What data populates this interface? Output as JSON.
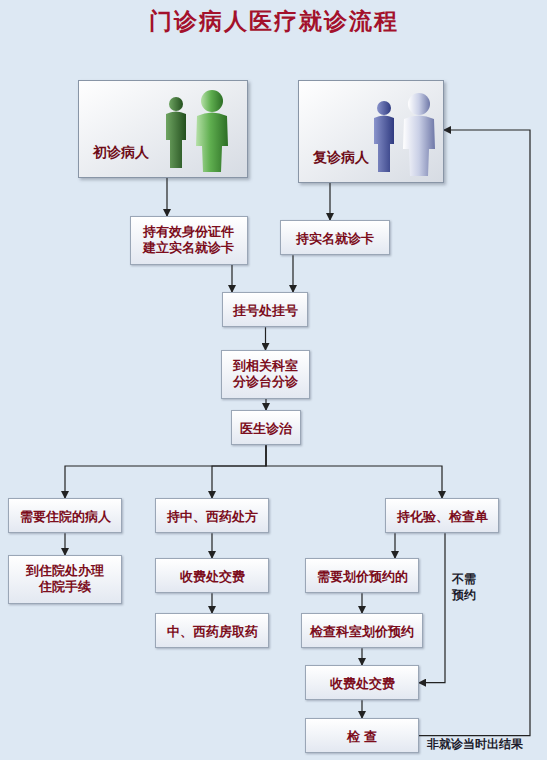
{
  "diagram": {
    "title": "门诊病人医疗就诊流程",
    "nodes": [
      {
        "text": [
          "初诊病人"
        ]
      },
      {
        "text": [
          "复诊病人"
        ]
      },
      {
        "text": [
          "持有效身份证件 建立实名就诊卡"
        ]
      },
      {
        "text": [
          "持实名就诊卡"
        ]
      },
      {
        "text": [
          "挂号处挂号"
        ]
      },
      {
        "text": [
          "到相关科室 分诊台分诊"
        ]
      },
      {
        "text": [
          "医生诊治"
        ]
      },
      {
        "text": [
          "需要住院的病人"
        ]
      },
      {
        "text": [
          "持中、西药处方"
        ]
      },
      {
        "text": [
          "持化验、检查单"
        ]
      },
      {
        "text": [
          "到住院处办理 住院手续"
        ]
      },
      {
        "text": [
          "收费处交费"
        ]
      },
      {
        "text": [
          "中、西药房取药"
        ]
      },
      {
        "text": [
          "需要划价预约的"
        ]
      },
      {
        "text": [
          "检查科室划价预约"
        ]
      },
      {
        "text": [
          "收费处交费"
        ]
      },
      {
        "text": [
          "检 查"
        ]
      }
    ],
    "edges": [
      {
        "from": 0,
        "to": 2,
        "arrow": "to"
      },
      {
        "from": 1,
        "to": 3,
        "arrow": "to"
      },
      {
        "from": 2,
        "to": 4,
        "arrow": "to"
      },
      {
        "from": 3,
        "to": 4,
        "arrow": "to"
      },
      {
        "from": 4,
        "to": 5,
        "arrow": "to"
      },
      {
        "from": 5,
        "to": 6,
        "arrow": "to"
      },
      {
        "from": 6,
        "to": 7,
        "arrow": "to"
      },
      {
        "from": 6,
        "to": 8,
        "arrow": "to"
      },
      {
        "from": 6,
        "to": 9,
        "arrow": "to"
      },
      {
        "from": 7,
        "to": 10,
        "arrow": "to"
      },
      {
        "from": 8,
        "to": 11,
        "arrow": "to"
      },
      {
        "from": 11,
        "to": 12,
        "arrow": "to"
      },
      {
        "from": 9,
        "to": 13,
        "arrow": "to"
      },
      {
        "from": 13,
        "to": 14,
        "arrow": "to"
      },
      {
        "from": 9,
        "to": 15,
        "label": "不需 预约",
        "arrow": "to"
      },
      {
        "from": 14,
        "to": 15,
        "arrow": "to"
      },
      {
        "from": 15,
        "to": 16,
        "arrow": "to"
      },
      {
        "from": 16,
        "to": 1,
        "label": "非就诊当时出结果",
        "arrow": "to"
      }
    ]
  }
}
